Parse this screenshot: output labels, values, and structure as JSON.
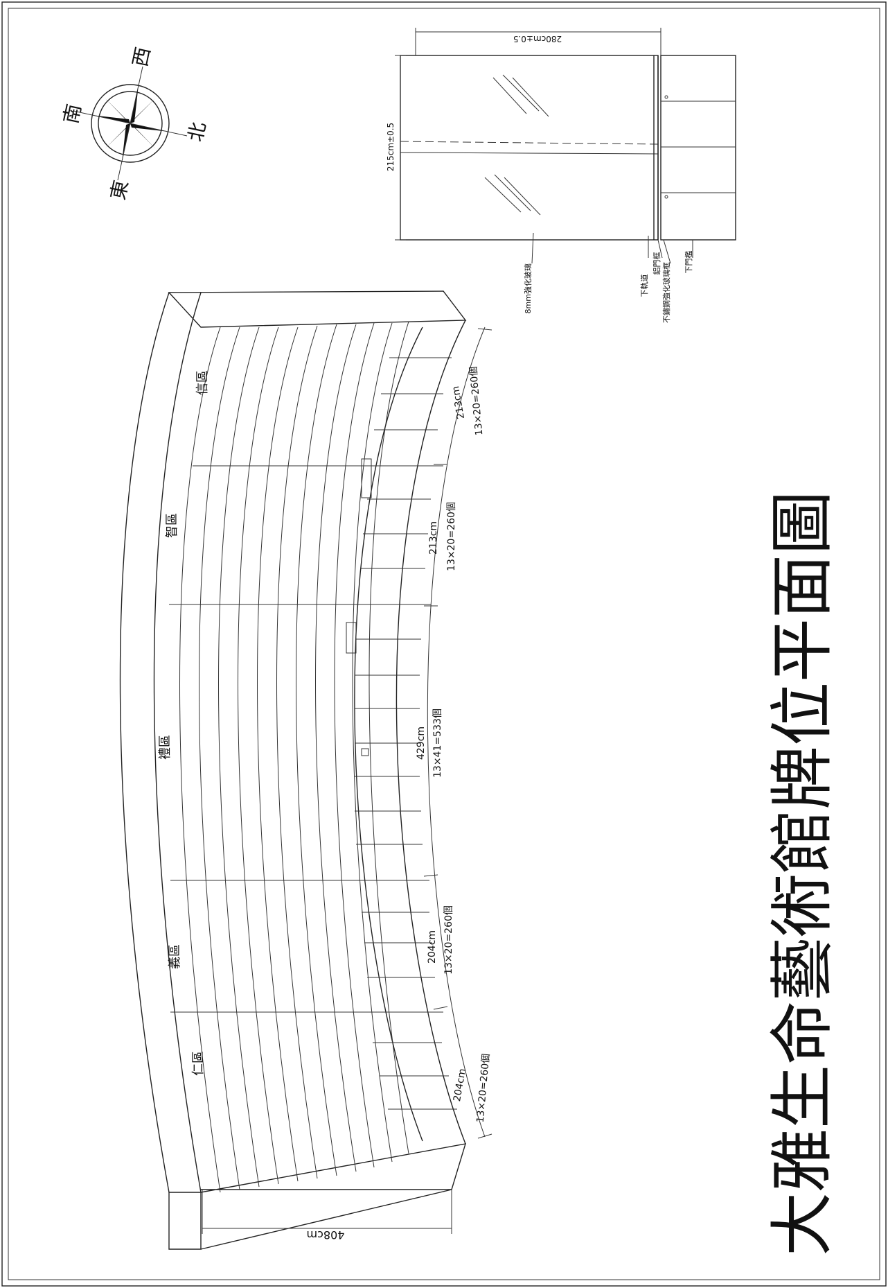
{
  "title": "大雅生命藝術館牌位平面圖",
  "compass": {
    "south": "南",
    "west": "西",
    "north": "北",
    "east": "東"
  },
  "sections": [
    {
      "name": "仁區",
      "width": "204cm",
      "count": "13×20=260個"
    },
    {
      "name": "義區",
      "width": "204cm",
      "count": "13×20=260個"
    },
    {
      "name": "禮區",
      "width": "429cm",
      "count": "13×41=533個"
    },
    {
      "name": "智區",
      "width": "213cm",
      "count": "13×20=260個"
    },
    {
      "name": "信區",
      "width": "213cm",
      "count": "13×20=260個"
    }
  ],
  "overall_depth": "408cm",
  "door_detail": {
    "width": "280cm±0.5",
    "height": "215cm±0.5",
    "labels": [
      "8mm強化玻璃",
      "下軌道",
      "鋁門框",
      "不鏽鋼強化玻璃框",
      "下門檻"
    ]
  }
}
